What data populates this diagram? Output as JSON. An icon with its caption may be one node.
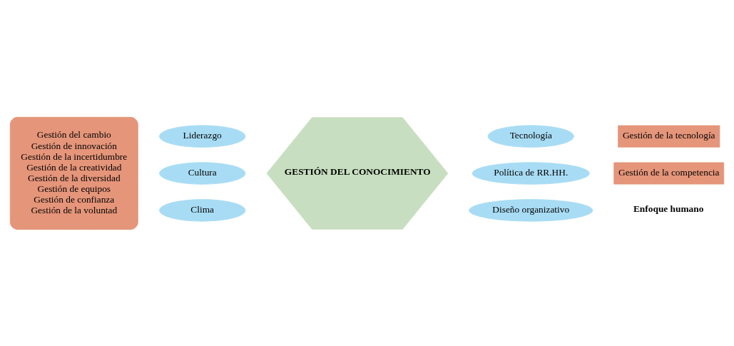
{
  "diagram": {
    "nodes": [
      {
        "text": [
          "Gestión del cambio",
          "Gestión de innovación",
          "Gestión de la incertidumbre",
          "Gestión de la creatividad",
          "Gestión de la diversidad",
          "Gestión de equipos",
          "Gestión de confianza",
          "Gestión de la voluntad"
        ]
      },
      {
        "text": [
          "Gestión de la tecnología"
        ]
      },
      {
        "text": [
          "Liderazgo"
        ]
      },
      {
        "text": [
          "Tecnología"
        ]
      },
      {
        "text": [
          "Gestión de la competencia"
        ]
      },
      {
        "text": [
          "GESTIÓN DEL CONOCIMIENTO"
        ]
      },
      {
        "text": [
          "Cultura"
        ]
      },
      {
        "text": [
          "Política de RR.HH."
        ]
      },
      {
        "text": [
          "Clima"
        ]
      },
      {
        "text": [
          "Diseño organizativo"
        ]
      }
    ],
    "edges": [],
    "labels": [
      "Enfoque humano"
    ]
  }
}
